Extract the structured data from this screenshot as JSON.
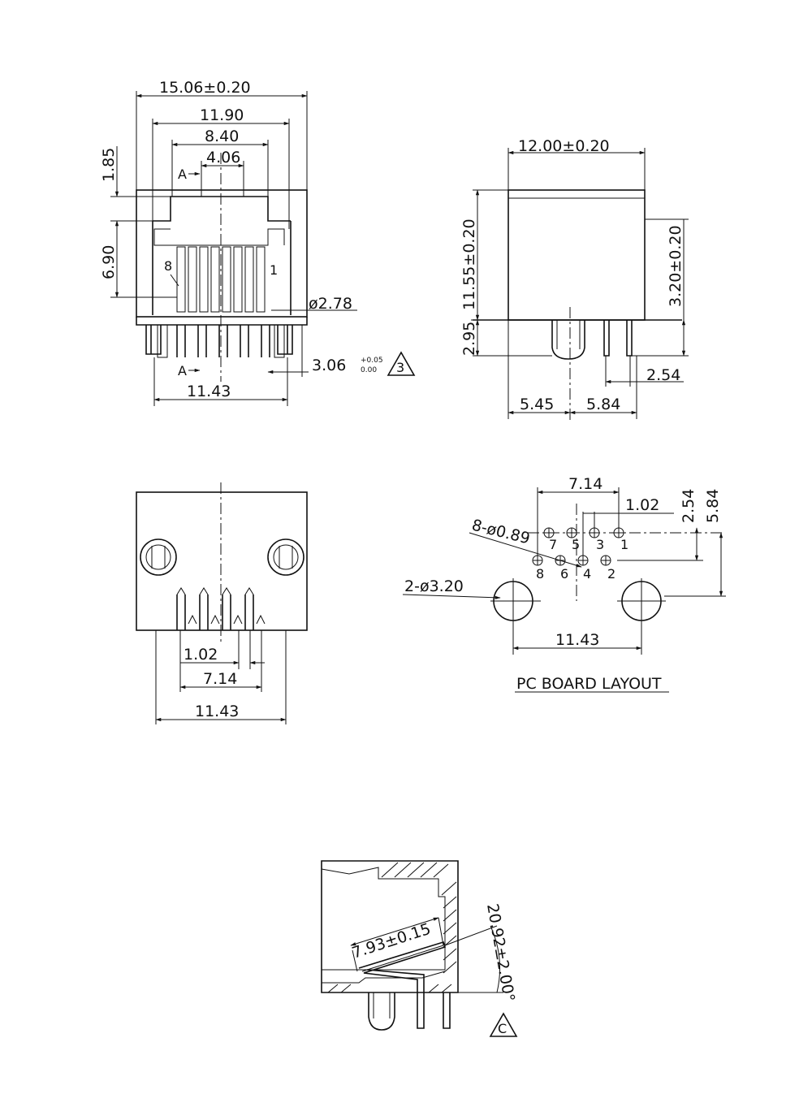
{
  "front_view": {
    "width_overall": "15.06±0.20",
    "width_inner": "11.90",
    "width_opening": "8.40",
    "width_tab": "4.06",
    "height_top": "1.85",
    "height_opening": "6.90",
    "section_mark_top": "A",
    "section_mark_bottom": "A",
    "pin1_label": "1",
    "pin8_label": "8",
    "post_diameter": "ø2.78",
    "post_offset": "3.06",
    "post_offset_tol_upper": "+0.05",
    "post_offset_tol_lower": "0.00",
    "post_spacing": "11.43",
    "note_triangle": "3"
  },
  "side_view": {
    "depth": "12.00±0.20",
    "body_height": "11.55±0.20",
    "pin_height": "3.20±0.20",
    "post_height": "2.95",
    "front_to_post": "5.45",
    "post_to_pin": "5.84",
    "pin_pitch": "2.54"
  },
  "bottom_view": {
    "pin_pitch": "1.02",
    "pin_span": "7.14",
    "post_spacing": "11.43"
  },
  "pcb_layout": {
    "title": "PC BOARD LAYOUT",
    "span_label": "7.14",
    "pitch_label": "1.02",
    "row_offset": "2.54",
    "post_offset": "5.84",
    "pin_holes": "8-ø0.89",
    "post_holes": "2-ø3.20",
    "post_spacing": "11.43",
    "pin_numbers_top": [
      "7",
      "5",
      "3",
      "1"
    ],
    "pin_numbers_bottom": [
      "8",
      "6",
      "4",
      "2"
    ]
  },
  "section_view": {
    "contact_length": "7.93±0.15",
    "contact_angle": "20.92±2.00°",
    "note_triangle": "C"
  }
}
